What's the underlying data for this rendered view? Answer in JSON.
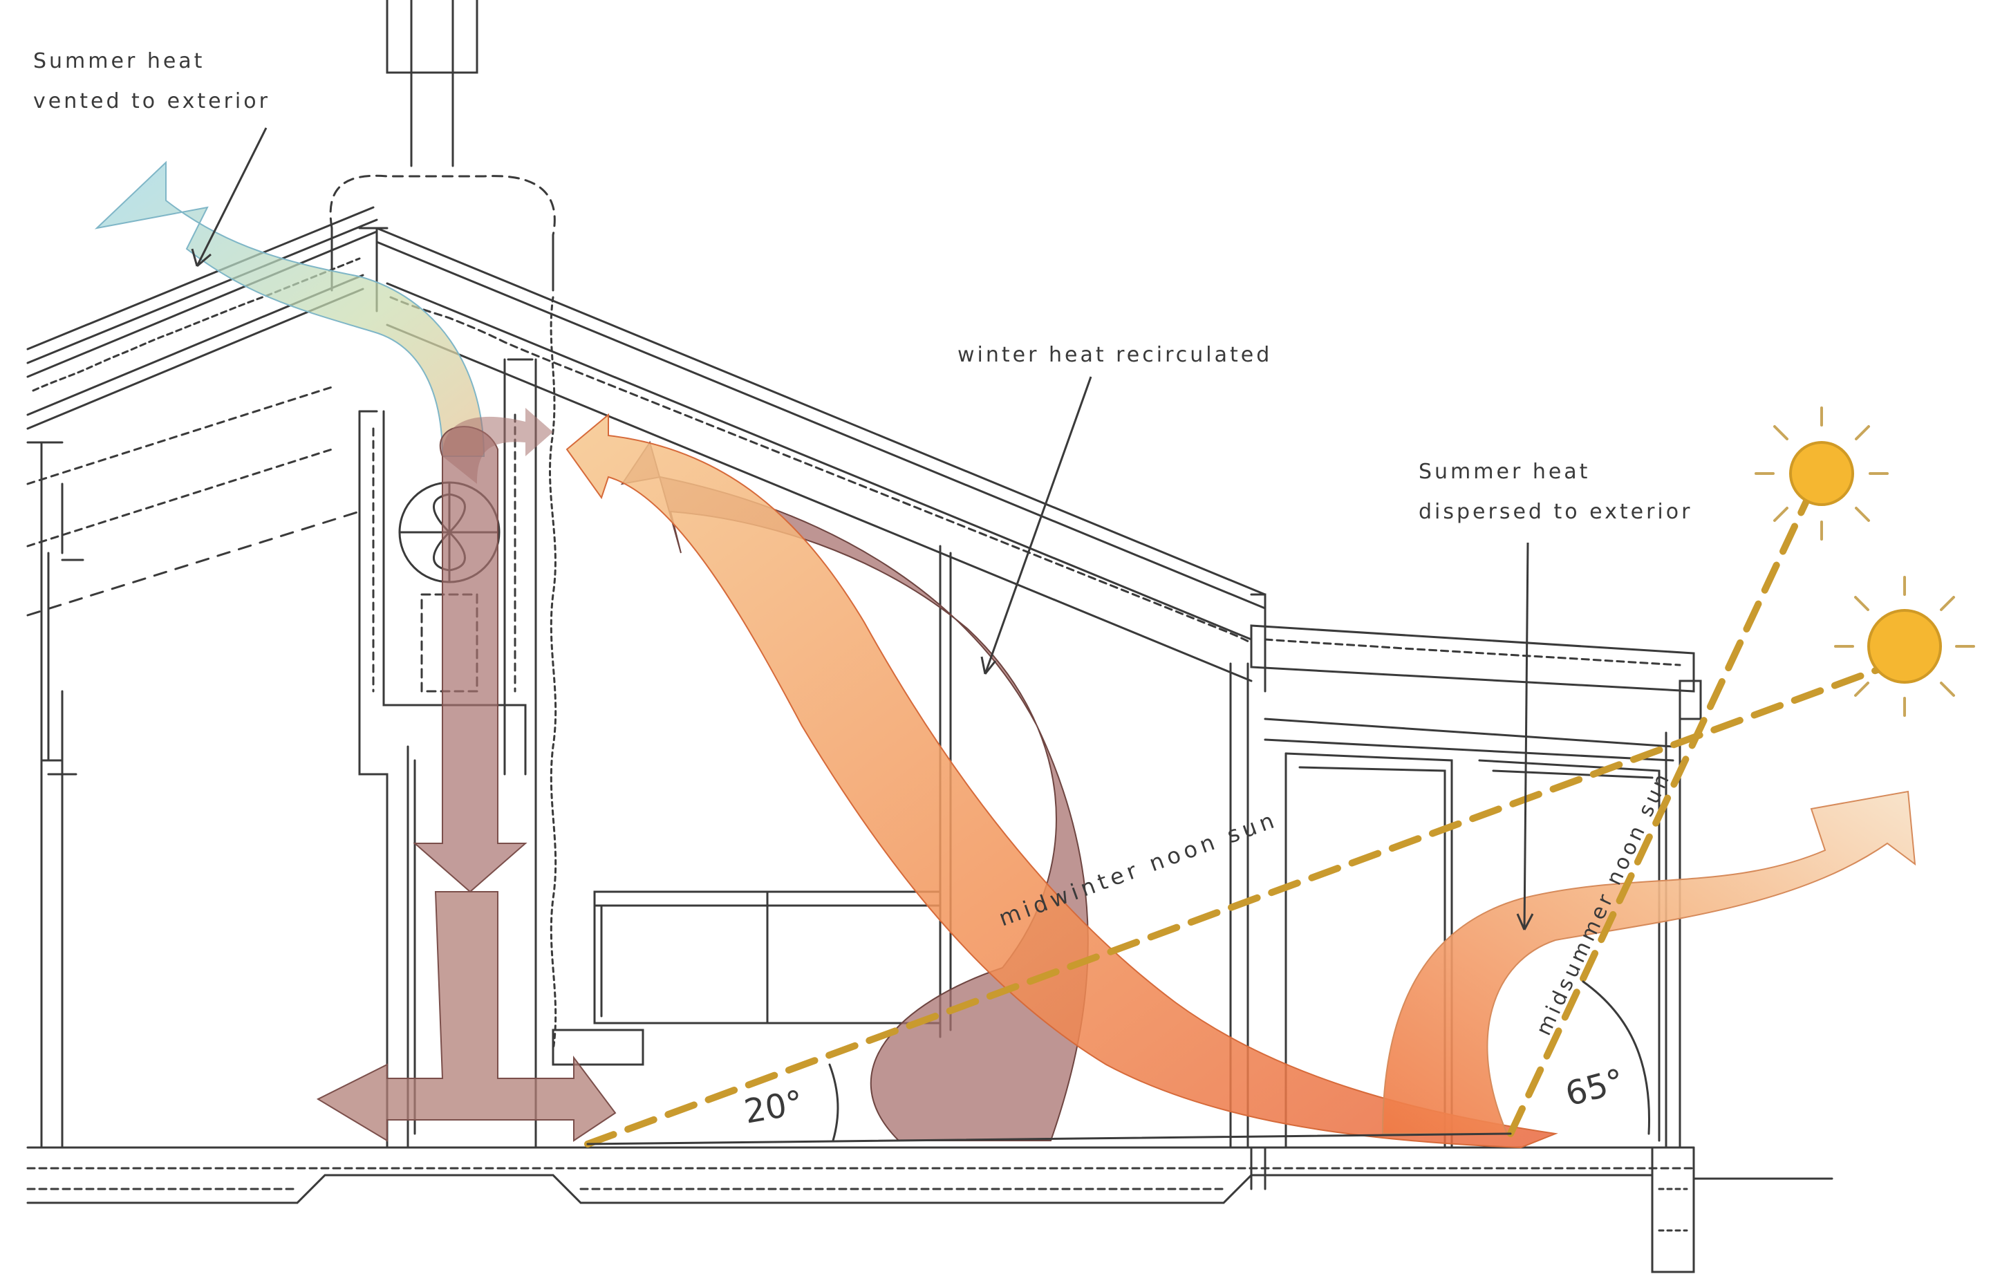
{
  "labels": {
    "summer_vented_line1": "Summer heat",
    "summer_vented_line2": "vented to exterior",
    "winter_recirculated": "winter heat recirculated",
    "summer_dispersed_line1": "Summer heat",
    "summer_dispersed_line2": "dispersed to exterior",
    "midwinter_sun": "midwinter noon sun",
    "midsummer_sun": "midsummer noon sun",
    "angle_winter": "20°",
    "angle_summer": "65°"
  },
  "colors": {
    "line": "#3a3a3a",
    "sun_fill": "#f5b731",
    "sun_ray": "#c9a65a",
    "sunline": "#c99a2e",
    "recirc_arrow": "#a8726f",
    "warm_arrow": "#f08a4b",
    "cool_arrow": "#9fd6e6"
  }
}
